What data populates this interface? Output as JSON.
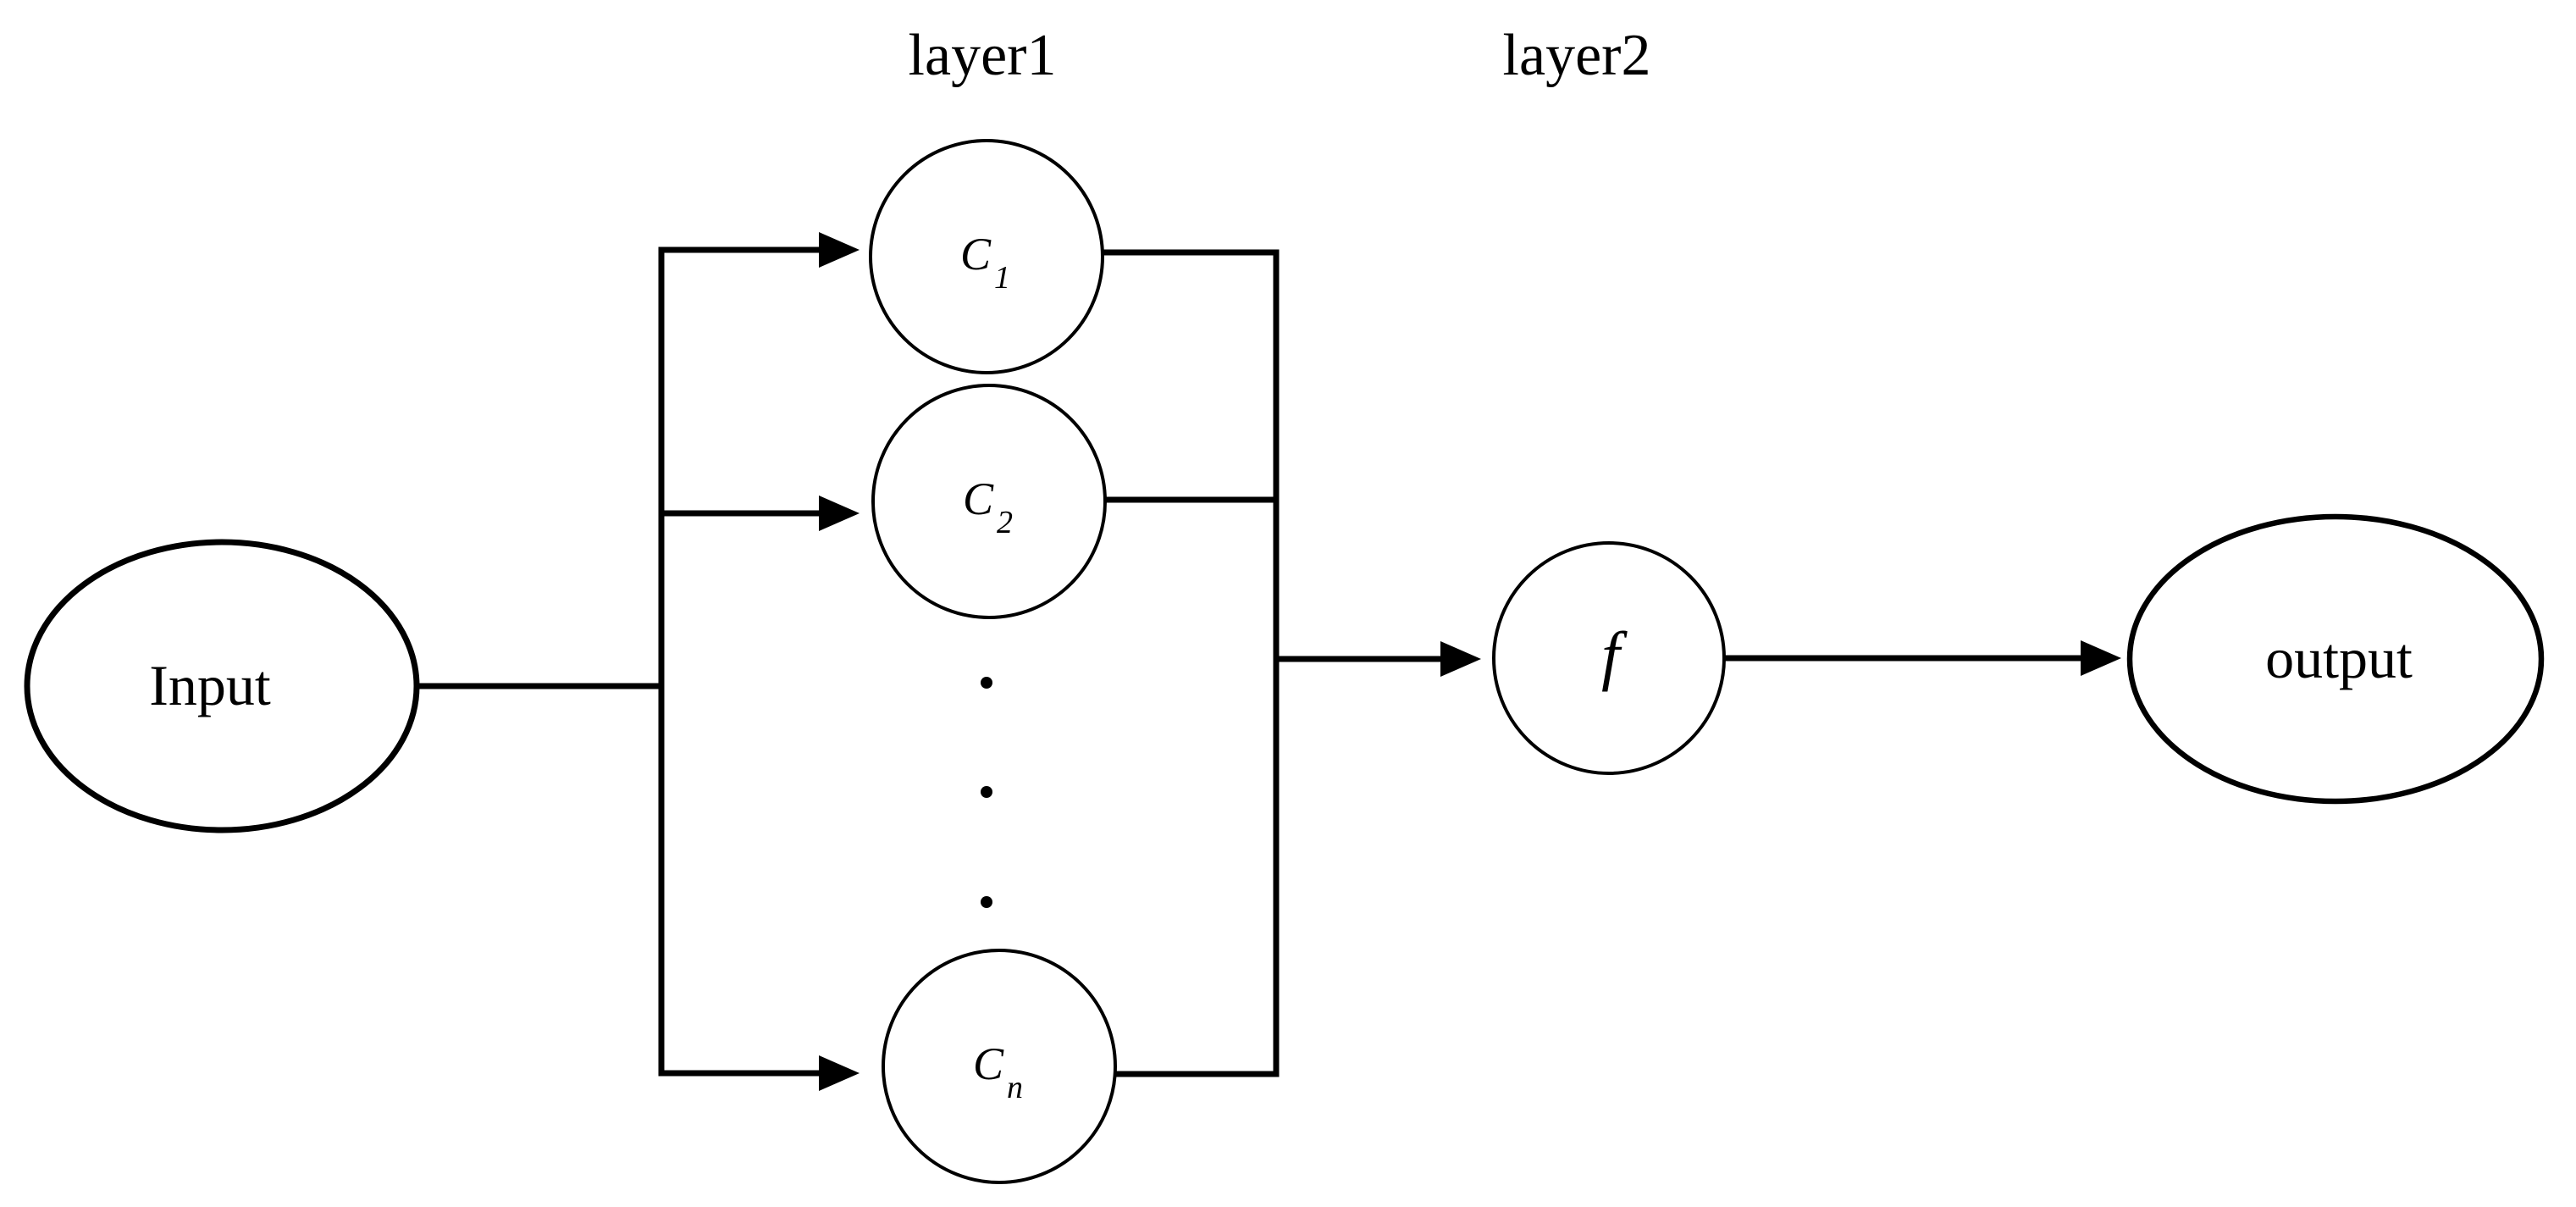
{
  "diagram": {
    "type": "flow",
    "description": "Input fans out to a column of classifier nodes C1..Cn (layer1), whose outputs are collected into a combiner node f (layer2), which produces the output."
  },
  "layer_labels": {
    "layer1": "layer1",
    "layer2": "layer2"
  },
  "nodes": {
    "input": {
      "label": "Input",
      "shape": "ellipse"
    },
    "c1": {
      "base": "C",
      "sub": "1",
      "shape": "circle"
    },
    "c2": {
      "base": "C",
      "sub": "2",
      "shape": "circle"
    },
    "cn": {
      "base": "C",
      "sub": "n",
      "shape": "circle"
    },
    "f": {
      "label": "f",
      "shape": "circle"
    },
    "output": {
      "label": "output",
      "shape": "ellipse"
    }
  },
  "ellipsis_dots_count": 3,
  "connections": [
    {
      "from": "Input",
      "to": "C1",
      "arrow": true
    },
    {
      "from": "Input",
      "to": "C2",
      "arrow": true
    },
    {
      "from": "Input",
      "to": "Cn",
      "arrow": true
    },
    {
      "from": "C1",
      "to": "f",
      "arrow": false
    },
    {
      "from": "C2",
      "to": "f",
      "arrow": false
    },
    {
      "from": "Cn",
      "to": "f",
      "arrow": true
    },
    {
      "from": "f",
      "to": "output",
      "arrow": true
    }
  ],
  "colors": {
    "stroke": "#000000",
    "background": "#ffffff"
  }
}
